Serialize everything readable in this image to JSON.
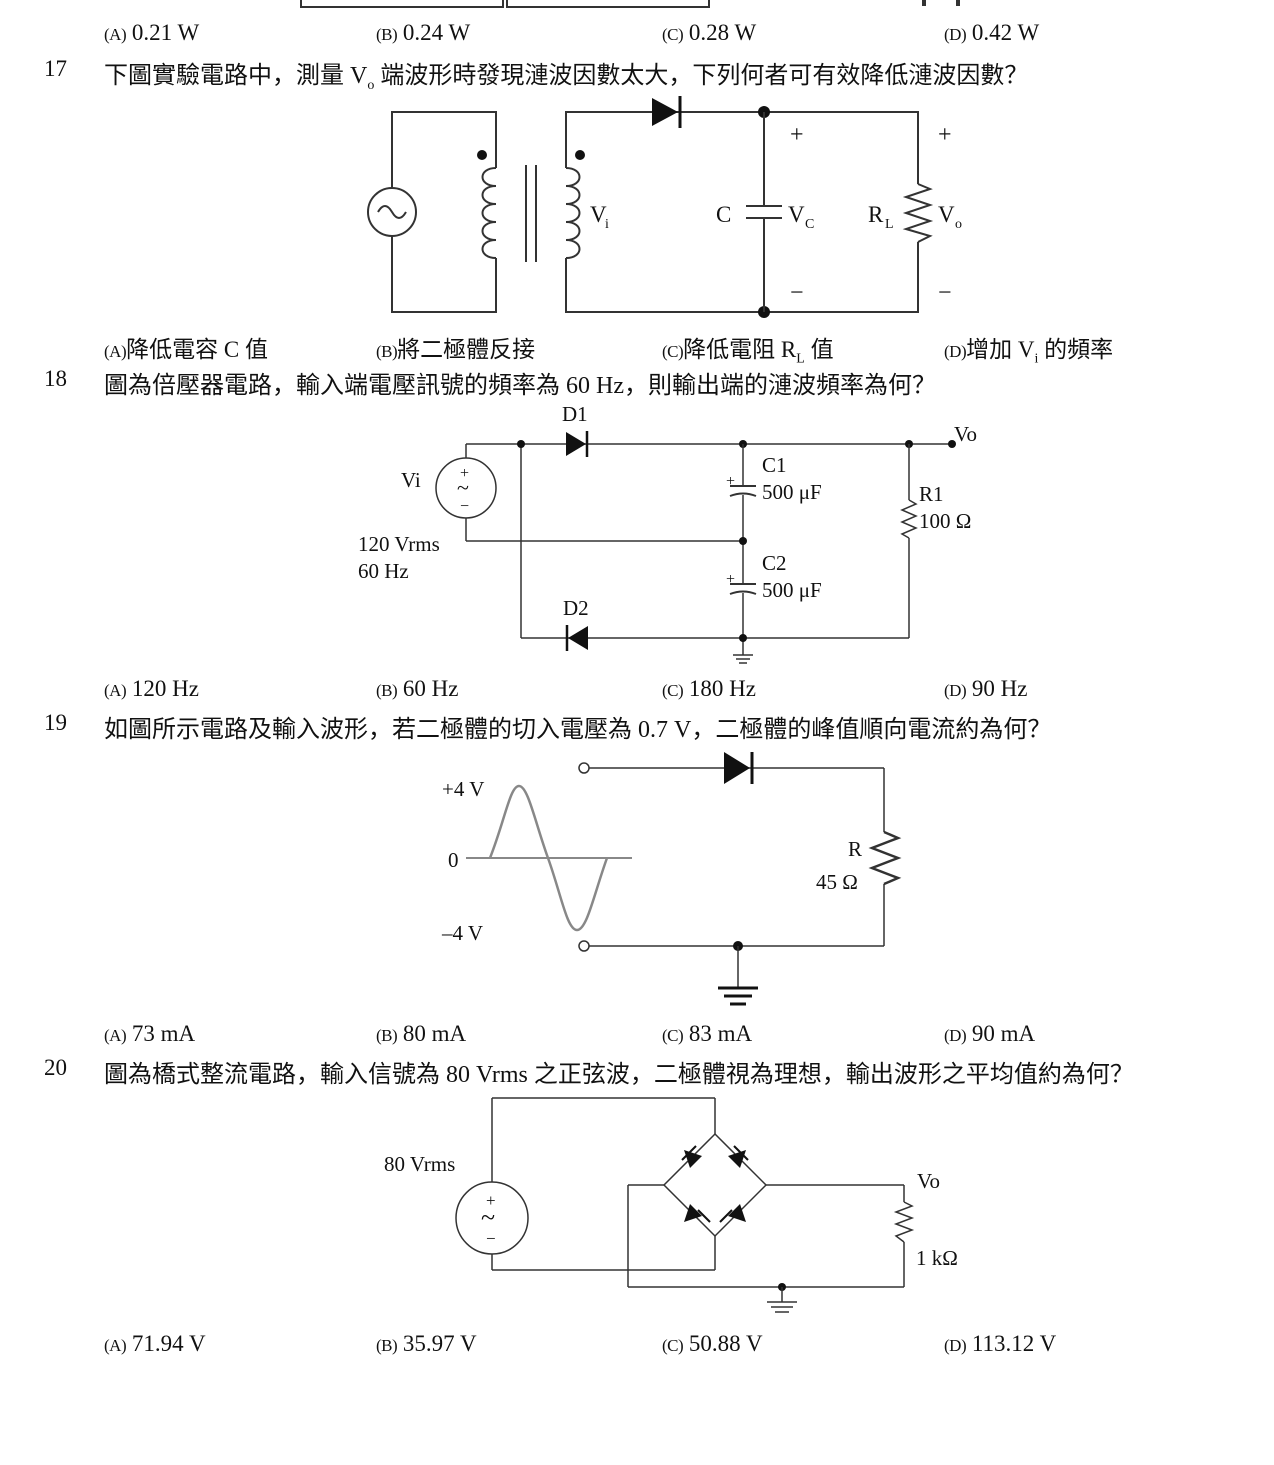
{
  "q16": {
    "options": [
      {
        "key": "(A)",
        "text": "0.21 W"
      },
      {
        "key": "(B)",
        "text": "0.24 W"
      },
      {
        "key": "(C)",
        "text": "0.28 W"
      },
      {
        "key": "(D)",
        "text": "0.42 W"
      }
    ]
  },
  "q17": {
    "number": "17",
    "stem_a": "下圖實驗電路中，測量 V",
    "stem_sub": "o",
    "stem_b": " 端波形時發現漣波因數太大，下列何者可有效降低漣波因數？",
    "labels": {
      "vi": "V",
      "vi_sub": "i",
      "c": "C",
      "vc": "V",
      "vc_sub": "C",
      "rl": "R",
      "rl_sub": "L",
      "vo": "V",
      "vo_sub": "o",
      "plus": "+",
      "minus": "−"
    },
    "options": [
      {
        "key": "(A)",
        "text": "降低電容 C 值"
      },
      {
        "key": "(B)",
        "text": "將二極體反接"
      },
      {
        "key": "(C)",
        "text_a": "降低電阻 R",
        "text_sub": "L",
        "text_b": " 值"
      },
      {
        "key": "(D)",
        "text_a": "增加 V",
        "text_sub": "i",
        "text_b": " 的頻率"
      }
    ]
  },
  "q18": {
    "number": "18",
    "stem": "圖為倍壓器電路，輸入端電壓訊號的頻率為 60 Hz，則輸出端的漣波頻率為何？",
    "labels": {
      "d1": "D1",
      "d2": "D2",
      "vo": "Vo",
      "vi": "Vi",
      "src_v": "120 Vrms",
      "src_f": "60 Hz",
      "c1": "C1",
      "c1v": "500 μF",
      "c2": "C2",
      "c2v": "500 μF",
      "r1": "R1",
      "r1v": "100 Ω",
      "plus": "+",
      "minus": "−",
      "ac": "~"
    },
    "options": [
      {
        "key": "(A)",
        "text": "120 Hz"
      },
      {
        "key": "(B)",
        "text": "60 Hz"
      },
      {
        "key": "(C)",
        "text": "180 Hz"
      },
      {
        "key": "(D)",
        "text": "90 Hz"
      }
    ]
  },
  "q19": {
    "number": "19",
    "stem": "如圖所示電路及輸入波形，若二極體的切入電壓為 0.7 V，二極體的峰值順向電流約為何？",
    "labels": {
      "pos": "+4 V",
      "zero": "0",
      "neg": "–4 V",
      "r": "R",
      "rv": "45 Ω"
    },
    "options": [
      {
        "key": "(A)",
        "text": "73 mA"
      },
      {
        "key": "(B)",
        "text": "80 mA"
      },
      {
        "key": "(C)",
        "text": "83 mA"
      },
      {
        "key": "(D)",
        "text": "90 mA"
      }
    ]
  },
  "q20": {
    "number": "20",
    "stem": "圖為橋式整流電路，輸入信號為 80 Vrms 之正弦波，二極體視為理想，輸出波形之平均值約為何？",
    "labels": {
      "src": "80 Vrms",
      "vo": "Vo",
      "r": "1 kΩ",
      "plus": "+",
      "minus": "−",
      "ac": "~"
    },
    "options": [
      {
        "key": "(A)",
        "text": "71.94 V"
      },
      {
        "key": "(B)",
        "text": "35.97 V"
      },
      {
        "key": "(C)",
        "text": "50.88 V"
      },
      {
        "key": "(D)",
        "text": "113.12 V"
      }
    ]
  }
}
